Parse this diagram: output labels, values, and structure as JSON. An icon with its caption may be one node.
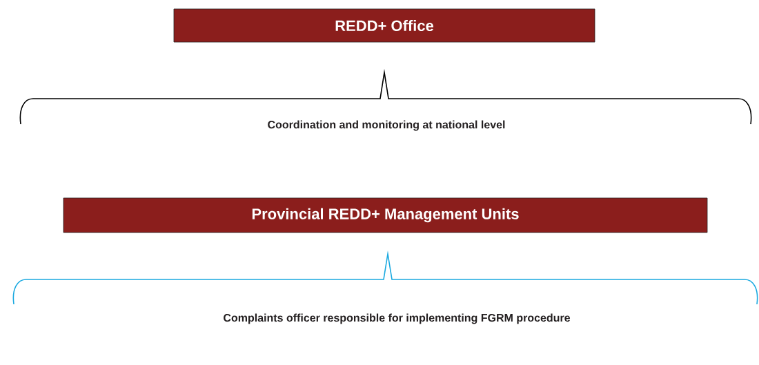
{
  "diagram": {
    "nodes": [
      {
        "text": [
          "REDD+ Office"
        ]
      },
      {
        "text": [
          "Provincial REDD+ Management Units"
        ]
      }
    ],
    "labels": [
      "Coordination and monitoring at national level",
      "Complaints officer responsible for implementing FGRM procedure"
    ]
  }
}
